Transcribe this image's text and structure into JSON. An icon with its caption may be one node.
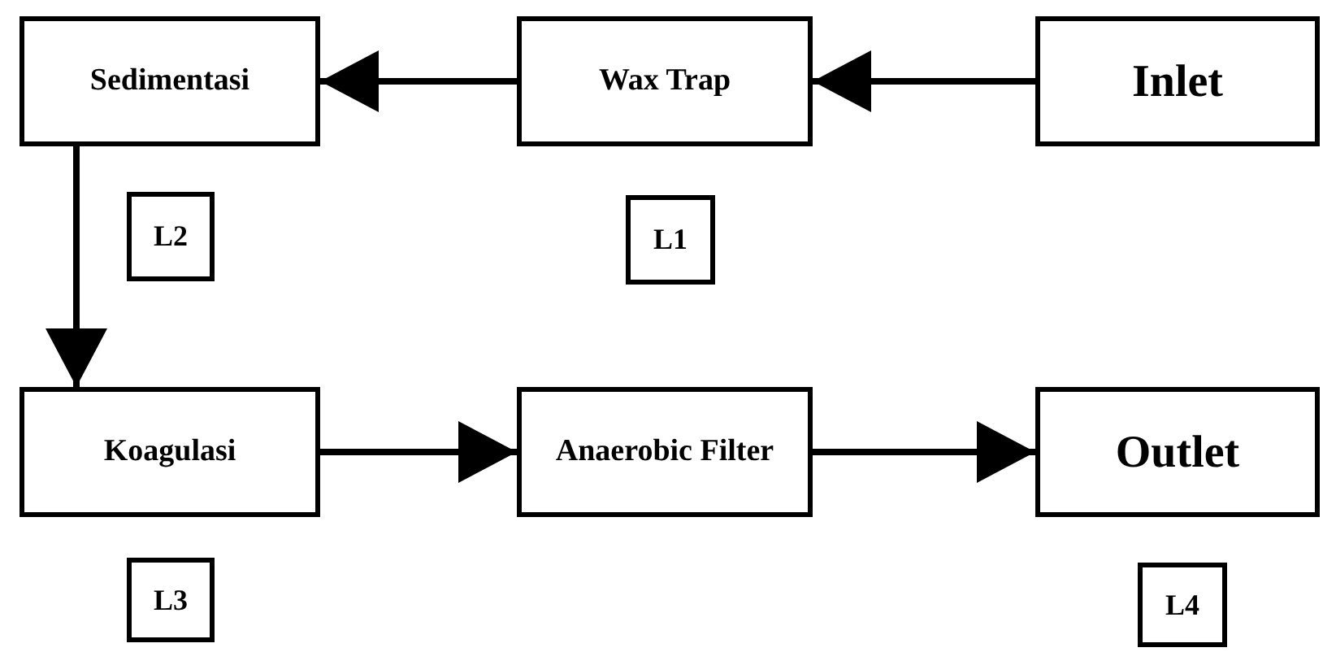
{
  "diagram": {
    "nodes": [
      {
        "text": [
          "Sedimentasi"
        ]
      },
      {
        "text": [
          "Wax Trap"
        ]
      },
      {
        "text": [
          "Inlet"
        ]
      },
      {
        "text": [
          "L2"
        ]
      },
      {
        "text": [
          "L1"
        ]
      },
      {
        "text": [
          "Koagulasi"
        ]
      },
      {
        "text": [
          "Anaerobic Filter"
        ]
      },
      {
        "text": [
          "Outlet"
        ]
      },
      {
        "text": [
          "L3"
        ]
      },
      {
        "text": [
          "L4"
        ]
      }
    ],
    "edges": [
      {
        "from": 2,
        "to": 1,
        "arrow": "to"
      },
      {
        "from": 1,
        "to": 0,
        "arrow": "to"
      },
      {
        "from": 0,
        "to": 5,
        "arrow": "to"
      },
      {
        "from": 5,
        "to": 6,
        "arrow": "to"
      },
      {
        "from": 6,
        "to": 7,
        "arrow": "to"
      }
    ]
  }
}
